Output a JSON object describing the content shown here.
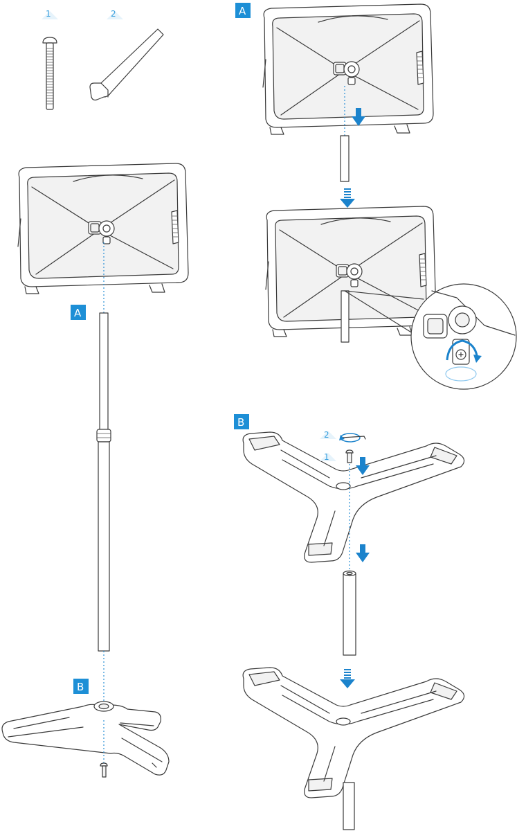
{
  "parts": [
    {
      "number": "1",
      "icon": "bolt-icon"
    },
    {
      "number": "2",
      "icon": "hex-key-icon"
    }
  ],
  "labels": {
    "main_a": "A",
    "main_b": "B",
    "step_a": "A",
    "step_b": "B"
  },
  "step_b_numbers": {
    "one": "1",
    "two": "2"
  },
  "colors": {
    "accent": "#1d8fd6",
    "arrow": "#1b83cc",
    "dashed_guide": "#2a90d6",
    "line": "#3a3a3a"
  }
}
